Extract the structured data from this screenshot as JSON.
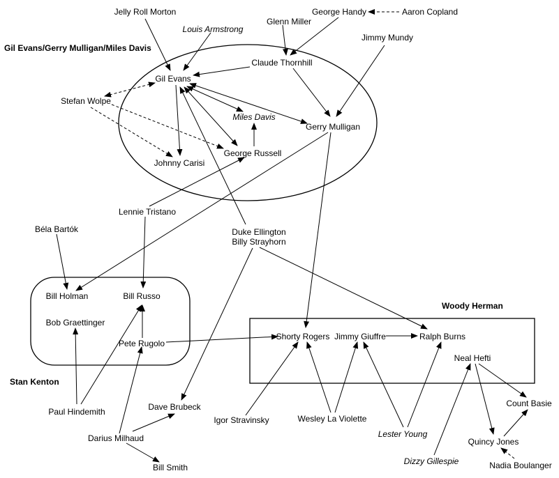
{
  "groups": {
    "gil": "Gil Evans/Gerry Mulligan/Miles Davis",
    "kenton": "Stan Kenton",
    "herman": "Woody Herman"
  },
  "nodes": {
    "jelly": "Jelly Roll Morton",
    "louis": "Louis Armstrong",
    "glenn": "Glenn Miller",
    "handy": "George Handy",
    "copland": "Aaron Copland",
    "mundy": "Jimmy Mundy",
    "thornhill": "Claude Thornhill",
    "gil_evans": "Gil Evans",
    "wolpe": "Stefan Wolpe",
    "miles": "Miles Davis",
    "mulligan": "Gerry Mulligan",
    "russell": "George Russell",
    "carisi": "Johnny Carisi",
    "tristano": "Lennie Tristano",
    "bartok": "Béla Bartók",
    "ellington_1": "Duke Ellington",
    "ellington_2": "Billy Strayhorn",
    "holman": "Bill Holman",
    "russo": "Bill Russo",
    "graettinger": "Bob Graettinger",
    "rugolo": "Pete Rugolo",
    "rogers": "Shorty Rogers",
    "giuffre": "Jimmy Giuffre",
    "burns": "Ralph Burns",
    "hefti": "Neal Hefti",
    "hindemith": "Paul Hindemith",
    "brubeck": "Dave Brubeck",
    "stravinsky": "Igor Stravinsky",
    "violette": "Wesley La Violette",
    "young": "Lester Young",
    "basie": "Count Basie",
    "milhaud": "Darius Milhaud",
    "quincy": "Quincy Jones",
    "dizzy": "Dizzy Gillespie",
    "boulanger": "Nadia Boulanger",
    "smith": "Bill Smith"
  },
  "style": {
    "line_color": "#000000",
    "background": "#ffffff"
  }
}
